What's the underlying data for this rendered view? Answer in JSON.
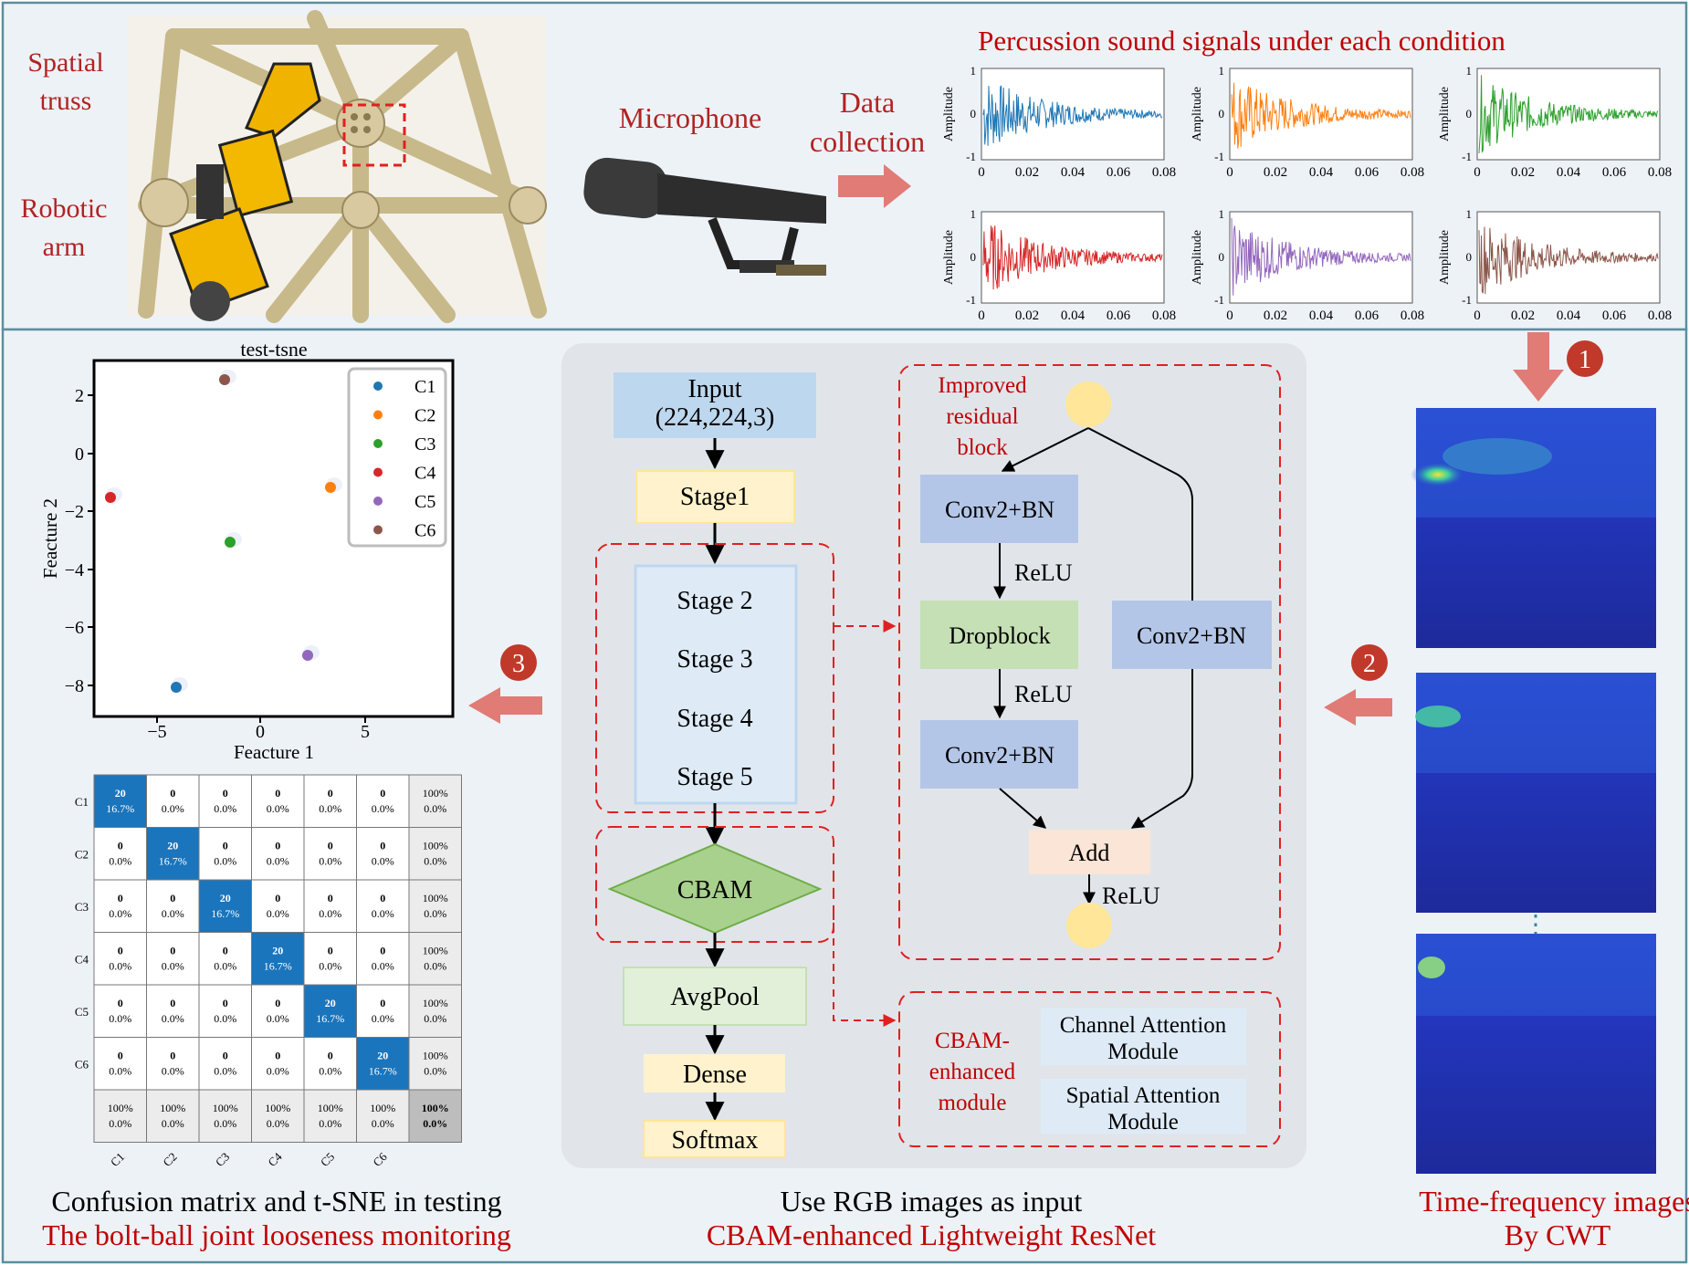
{
  "colors": {
    "accent_red": "#b22222",
    "frame_blue": "#5a8fa0",
    "panel_bg": "#edf2f7",
    "net_panel_bg": "#e1e5ea",
    "arrow_salmon": "#e07b76",
    "step_badge": "#c0392b",
    "conf_diag": "#1b75bc",
    "conv_box": "#b4c6e7",
    "dropblock_box": "#c5e0b4",
    "stage_box": "#fff2cc",
    "input_box": "#bdd7ee",
    "add_box": "#fbe5d6",
    "circle_node": "#ffe699"
  },
  "top": {
    "label_spatial_truss": [
      "Spatial",
      "truss"
    ],
    "label_robotic_arm": [
      "Robotic",
      "arm"
    ],
    "label_microphone": "Microphone",
    "label_data_collection": [
      "Data",
      "collection"
    ],
    "signals_title": "Percussion sound signals under each condition",
    "signal_plots": {
      "ylabel": "Amplitude",
      "yticks": [
        "1",
        "0",
        "-1"
      ],
      "xticks": [
        "0",
        "0.02",
        "0.04",
        "0.06",
        "0.08"
      ],
      "series_colors": [
        "#1f77b4",
        "#ff7f0e",
        "#2ca02c",
        "#d62728",
        "#9467bd",
        "#8c564b"
      ]
    }
  },
  "steps": [
    "1",
    "2",
    "3"
  ],
  "tsne": {
    "title": "test-tsne",
    "xlabel": "Feacture 1",
    "ylabel": "Feacture 2",
    "xticks": [
      "−5",
      "0",
      "5"
    ],
    "yticks": [
      "2",
      "0",
      "−2",
      "−4",
      "−6",
      "−8"
    ],
    "legend": [
      "C1",
      "C2",
      "C3",
      "C4",
      "C5",
      "C6"
    ]
  },
  "confusion": {
    "row_labels": [
      "C1",
      "C2",
      "C3",
      "C4",
      "C5",
      "C6"
    ],
    "col_labels": [
      "C1",
      "C2",
      "C3",
      "C4",
      "C5",
      "C6"
    ],
    "diag_count": "20",
    "diag_pct": "16.7%",
    "off_count": "0",
    "off_pct": "0.0%",
    "summary_top": "100%",
    "summary_bottom": "0.0%"
  },
  "network": {
    "input": [
      "Input",
      "(224,224,3)"
    ],
    "stage1": "Stage1",
    "stages": [
      "Stage 2",
      "Stage 3",
      "Stage 4",
      "Stage 5"
    ],
    "cbam": "CBAM",
    "avgpool": "AvgPool",
    "dense": "Dense",
    "softmax": "Softmax",
    "residual_title": [
      "Improved",
      "residual",
      "block"
    ],
    "conv_label": "Conv2+BN",
    "dropblock": "Dropblock",
    "relu": "ReLU",
    "add": "Add",
    "cbam_module_title": [
      "CBAM-",
      "enhanced",
      "module"
    ],
    "channel_attention": [
      "Channel Attention",
      "Module"
    ],
    "spatial_attention": [
      "Spatial Attention",
      "Module"
    ]
  },
  "captions": {
    "left_line1": "Confusion matrix and t-SNE in testing",
    "left_line2": "The bolt-ball joint looseness monitoring",
    "center_line1": "Use RGB images as input",
    "center_line2": "CBAM-enhanced Lightweight ResNet",
    "right_line1": "Time-frequency images",
    "right_line2": "By CWT"
  }
}
